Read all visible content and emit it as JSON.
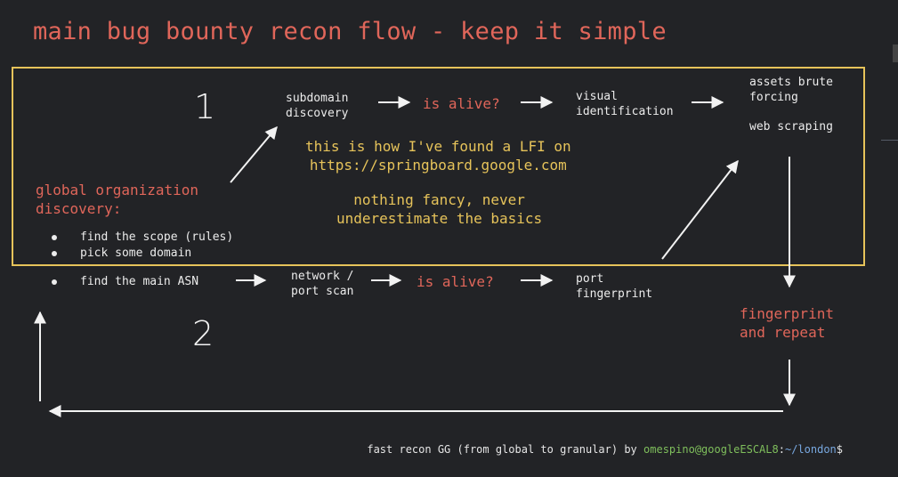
{
  "title": "main bug bounty recon flow - keep it simple",
  "steps": {
    "one": "1",
    "two": "2"
  },
  "origin": {
    "label": "global organization\ndiscovery:",
    "bullets": [
      "find the scope (rules)",
      "pick some domain",
      "find the main ASN"
    ]
  },
  "flow1": {
    "subdomain": "subdomain\ndiscovery",
    "alive": "is alive?",
    "visual": "visual\nidentification",
    "assets": "assets brute\nforcing",
    "scraping": "web scraping"
  },
  "note": {
    "line1": "this is how I've found a LFI on\nhttps://springboard.google.com",
    "line2": "nothing fancy, never\nunderestimate the basics"
  },
  "flow2": {
    "network": "network /\nport scan",
    "alive": "is alive?",
    "fingerprint": "port\nfingerprint",
    "repeat": "fingerprint\nand repeat"
  },
  "footer": {
    "text": "fast recon GG (from global to granular) by ",
    "user": "omespino@googleESCAL8",
    "sep": ":",
    "path": "~/london",
    "prompt": "$"
  },
  "colors": {
    "accent_red": "#e0665a",
    "accent_yellow": "#e6c35a",
    "background": "#222326"
  }
}
